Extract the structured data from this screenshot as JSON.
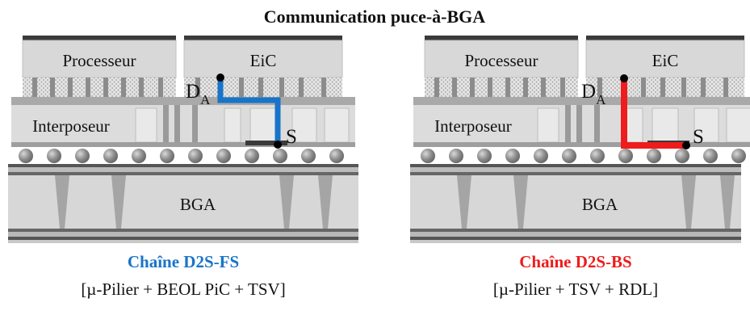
{
  "title": "Communication puce-à-BGA",
  "left": {
    "processor": "Processeur",
    "eic": "EiC",
    "interposer": "Interposeur",
    "bga": "BGA",
    "node_d": "D",
    "node_d_sub": "A",
    "node_s": "S",
    "path_color": "#1874c8",
    "chain_title": "Chaîne D2S-FS",
    "chain_color": "#1874c8",
    "chain_desc": "[µ-Pilier + BEOL PiC + TSV]"
  },
  "right": {
    "processor": "Processeur",
    "eic": "EiC",
    "interposer": "Interposeur",
    "bga": "BGA",
    "node_d": "D",
    "node_d_sub": "A",
    "node_s": "S",
    "path_color": "#ee1c1c",
    "chain_title": "Chaîne D2S-BS",
    "chain_color": "#ee1c1c",
    "chain_desc": "[µ-Pilier + TSV + RDL]"
  }
}
